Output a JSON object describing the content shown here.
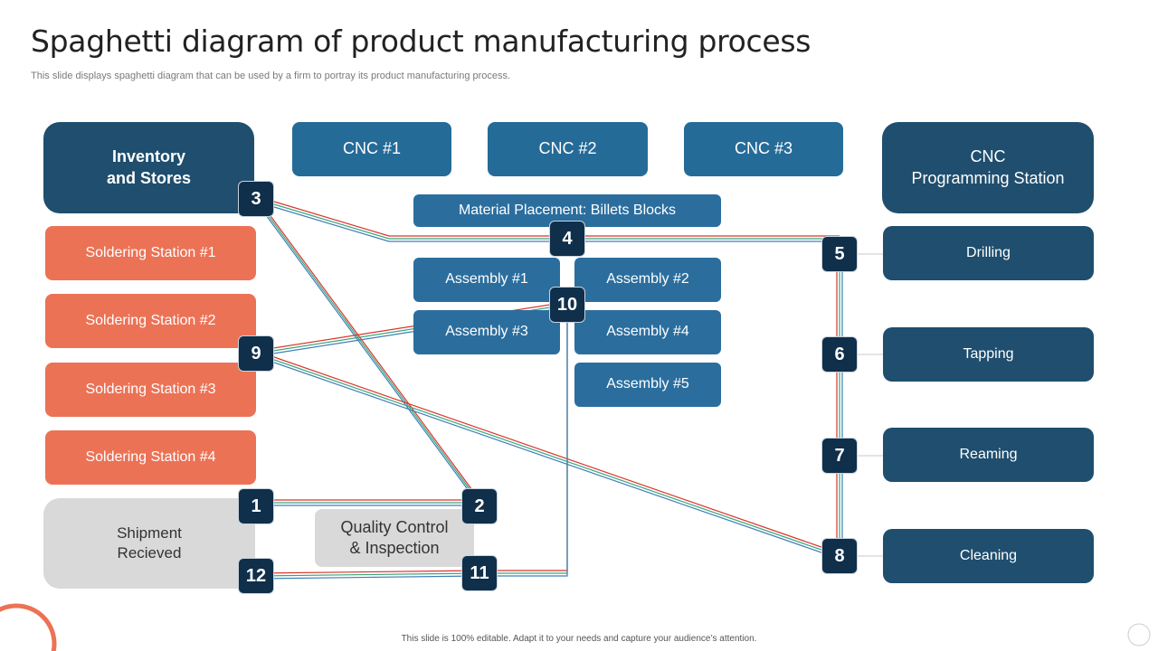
{
  "title": "Spaghetti diagram of product manufacturing process",
  "subtitle": "This slide displays spaghetti diagram that can be used by a firm to portray its product manufacturing process.",
  "footer": "This slide is 100% editable. Adapt it to your needs and capture your audience’s attention.",
  "colors": {
    "dark": "#1f4e6e",
    "medium": "#256b98",
    "orange": "#ec7256",
    "grey": "#d9d9d9",
    "node": "#0f2f4b",
    "line_red": "#d9342b",
    "line_green": "#3aa57a",
    "line_blue": "#3d7fb8"
  },
  "areas": {
    "inventory": "Inventory\nand Stores",
    "cnc1": "CNC #1",
    "cnc2": "CNC #2",
    "cnc3": "CNC #3",
    "cnc_programming": "CNC\nProgramming Station",
    "material_placement": "Material Placement: Billets Blocks",
    "assembly1": "Assembly #1",
    "assembly2": "Assembly #2",
    "assembly3": "Assembly #3",
    "assembly4": "Assembly #4",
    "assembly5": "Assembly #5",
    "soldering1": "Soldering Station #1",
    "soldering2": "Soldering Station #2",
    "soldering3": "Soldering Station #3",
    "soldering4": "Soldering Station #4",
    "shipment": "Shipment\nRecieved",
    "quality_control": "Quality Control\n& Inspection",
    "drilling": "Drilling",
    "tapping": "Tapping",
    "reaming": "Reaming",
    "cleaning": "Cleaning"
  },
  "steps": [
    "1",
    "2",
    "3",
    "4",
    "5",
    "6",
    "7",
    "8",
    "9",
    "10",
    "11",
    "12"
  ]
}
